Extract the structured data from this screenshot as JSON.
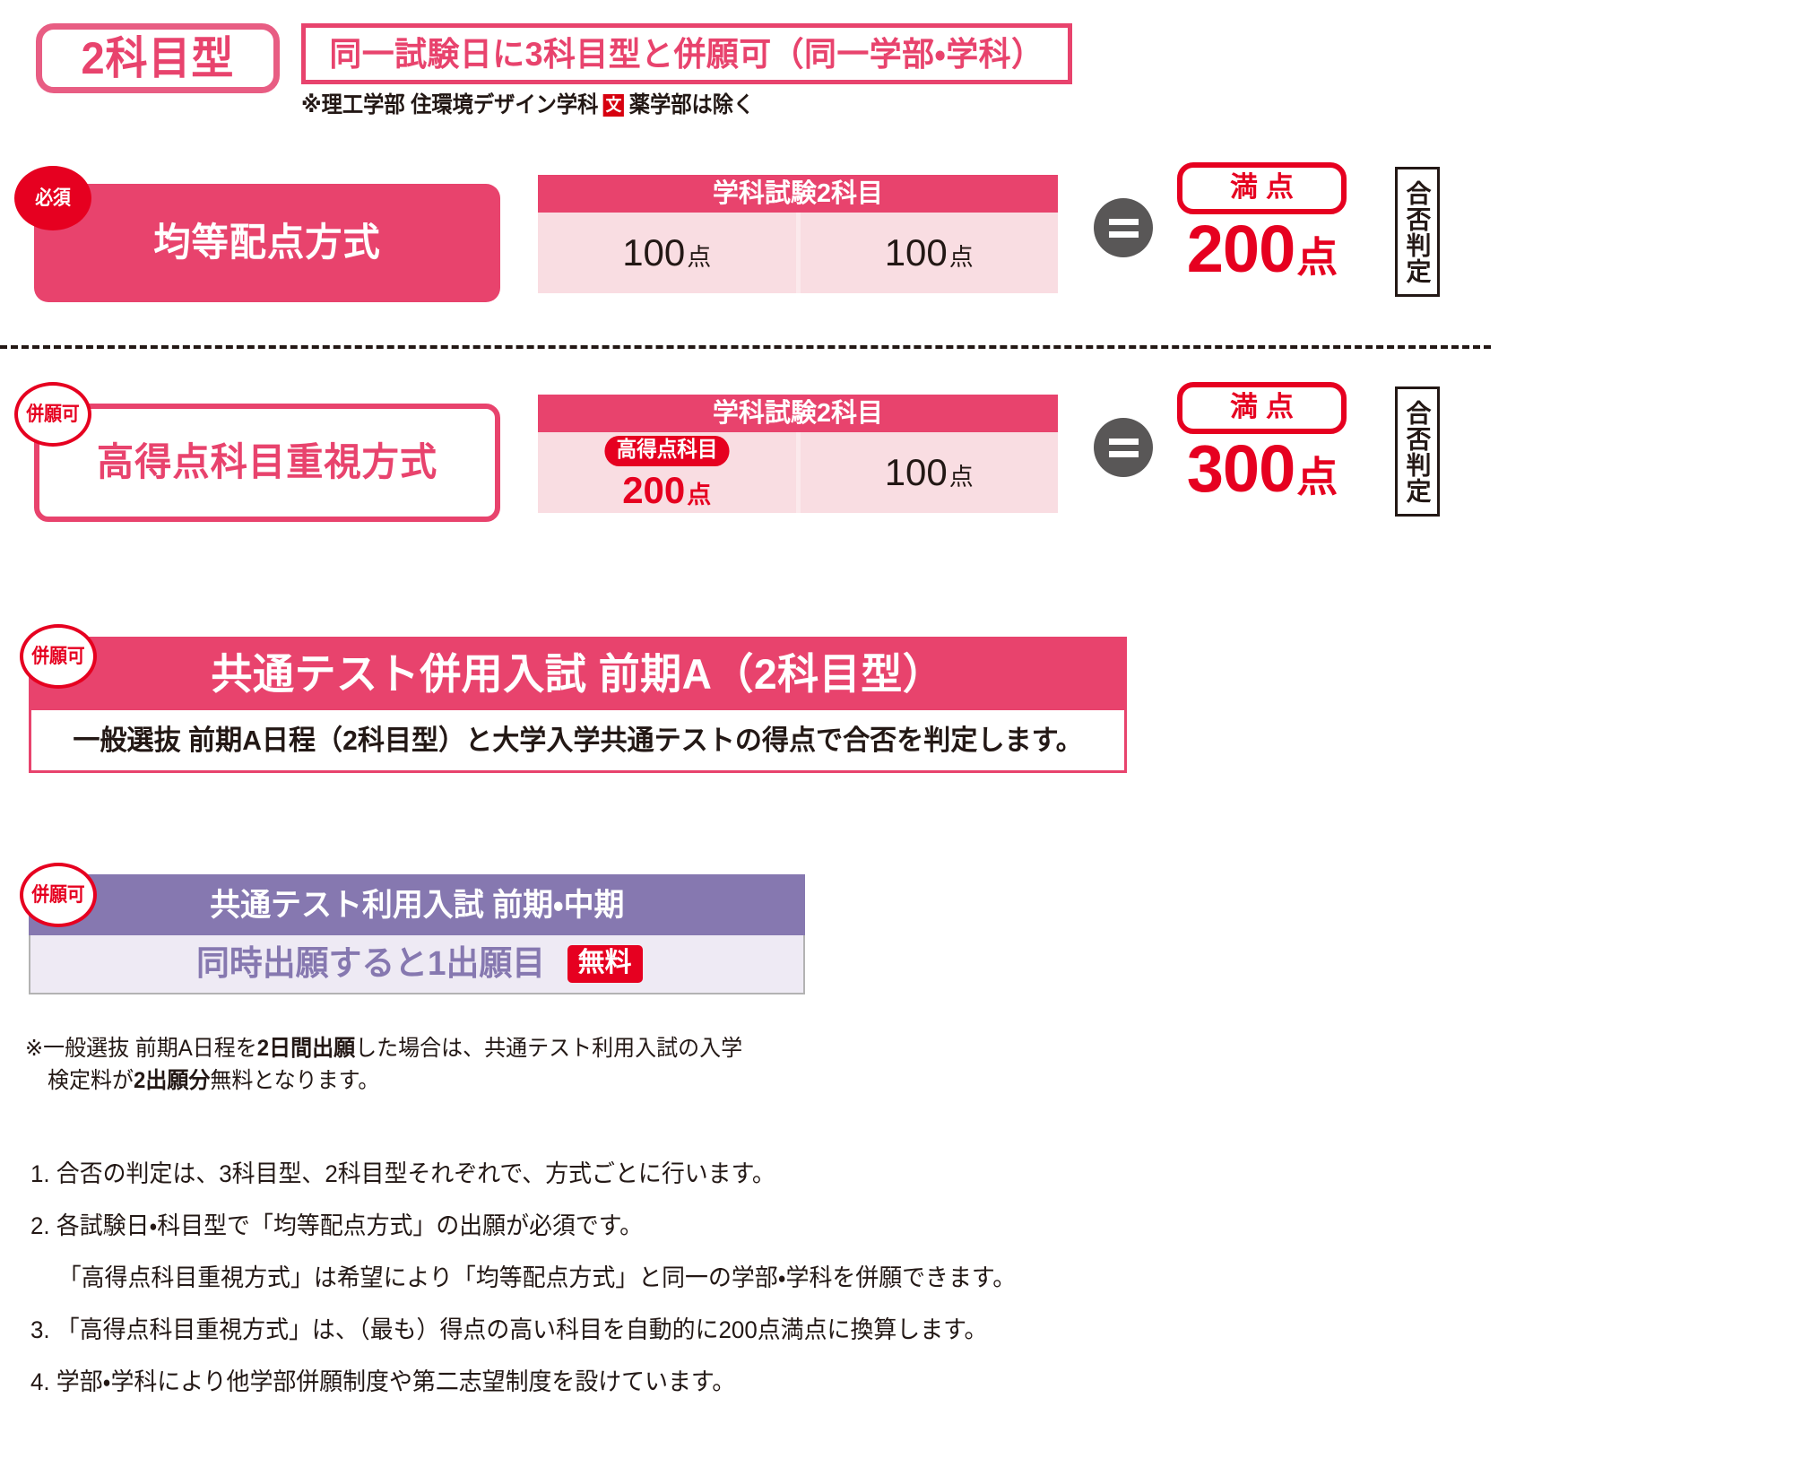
{
  "header": {
    "type_chip": "2科目型",
    "banner": "同一試験日に3科目型と併願可（同一学部・学科）",
    "note_prefix": "※理工学部 住環境デザイン学科",
    "note_badge": "文",
    "note_suffix": "薬学部は除く"
  },
  "methods": [
    {
      "badge": "必須",
      "badge_style": "solid",
      "name": "均等配点方式",
      "name_style": "filled",
      "table_head": "学科試験2科目",
      "cells": [
        {
          "pill": "",
          "score": "100",
          "unit": "点",
          "accent": false
        },
        {
          "pill": "",
          "score": "100",
          "unit": "点",
          "accent": false
        }
      ],
      "equals_icon": "equals-icon",
      "total_label": "満点",
      "total_value": "200",
      "total_unit": "点",
      "judge": "合否判定"
    },
    {
      "badge": "併願可",
      "badge_style": "outline",
      "name": "高得点科目重視方式",
      "name_style": "outlined",
      "table_head": "学科試験2科目",
      "cells": [
        {
          "pill": "高得点科目",
          "score": "200",
          "unit": "点",
          "accent": true
        },
        {
          "pill": "",
          "score": "100",
          "unit": "点",
          "accent": false
        }
      ],
      "equals_icon": "equals-icon",
      "total_label": "満点",
      "total_value": "300",
      "total_unit": "点",
      "judge": "合否判定"
    }
  ],
  "combined_exam": {
    "badge": "併願可",
    "title": "共通テスト併用入試 前期A（2科目型）",
    "description": "一般選抜 前期A日程（2科目型）と大学入学共通テストの得点で合否を判定します。"
  },
  "riyou_exam": {
    "badge": "併願可",
    "title": "共通テスト利用入試 前期・中期",
    "body_label": "同時出願すると1出願目",
    "free_badge": "無料",
    "footnote_line1_a": "※一般選抜 前期A日程を",
    "footnote_line1_b": "2日間出願",
    "footnote_line1_c": "した場合は、共通テスト利用入試の入学",
    "footnote_line2_a": "検定料が",
    "footnote_line2_b": "2出願分",
    "footnote_line2_c": "無料となります。"
  },
  "notes": [
    {
      "num": "1.",
      "text": "合否の判定は、3科目型、2科目型それぞれで、方式ごとに行います。",
      "sub": false
    },
    {
      "num": "2.",
      "text": "各試験日・科目型で「均等配点方式」の出願が必須です。",
      "sub": false
    },
    {
      "num": "",
      "text": "「高得点科目重視方式」は希望により「均等配点方式」と同一の学部・学科を併願できます。",
      "sub": true
    },
    {
      "num": "3.",
      "text": "「高得点科目重視方式」は、（最も）得点の高い科目を自動的に200点満点に換算します。",
      "sub": false
    },
    {
      "num": "4.",
      "text": "学部・学科により他学部併願制度や第二志望制度を設けています。",
      "sub": false
    }
  ]
}
